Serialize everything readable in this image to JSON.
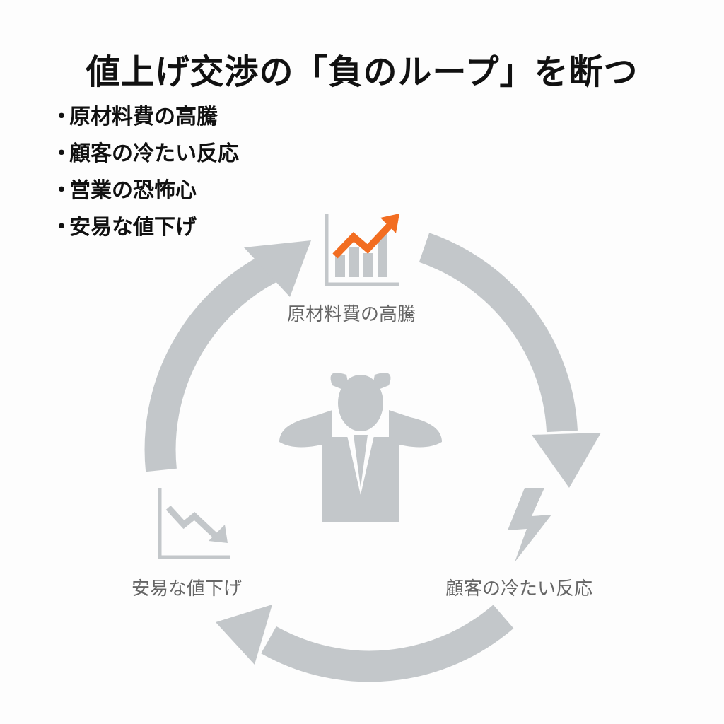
{
  "title": "値上げ交渉の「負のループ」を断つ",
  "bullets": [
    "原材料費の高騰",
    "顧客の冷たい反応",
    "営業の恐怖心",
    "安易な値下げ"
  ],
  "bullet_marker": "・",
  "cycle": {
    "steps": [
      {
        "label": "原材料費の高騰",
        "icon": "rising-chart-icon"
      },
      {
        "label": "顧客の冷たい反応",
        "icon": "lightning-icon"
      },
      {
        "label": "安易な値下げ",
        "icon": "falling-chart-icon"
      }
    ],
    "center_icon": "stressed-businessman-icon"
  },
  "colors": {
    "arrow": "#c3c7ca",
    "accent": "#f26d21",
    "text": "#666666"
  }
}
